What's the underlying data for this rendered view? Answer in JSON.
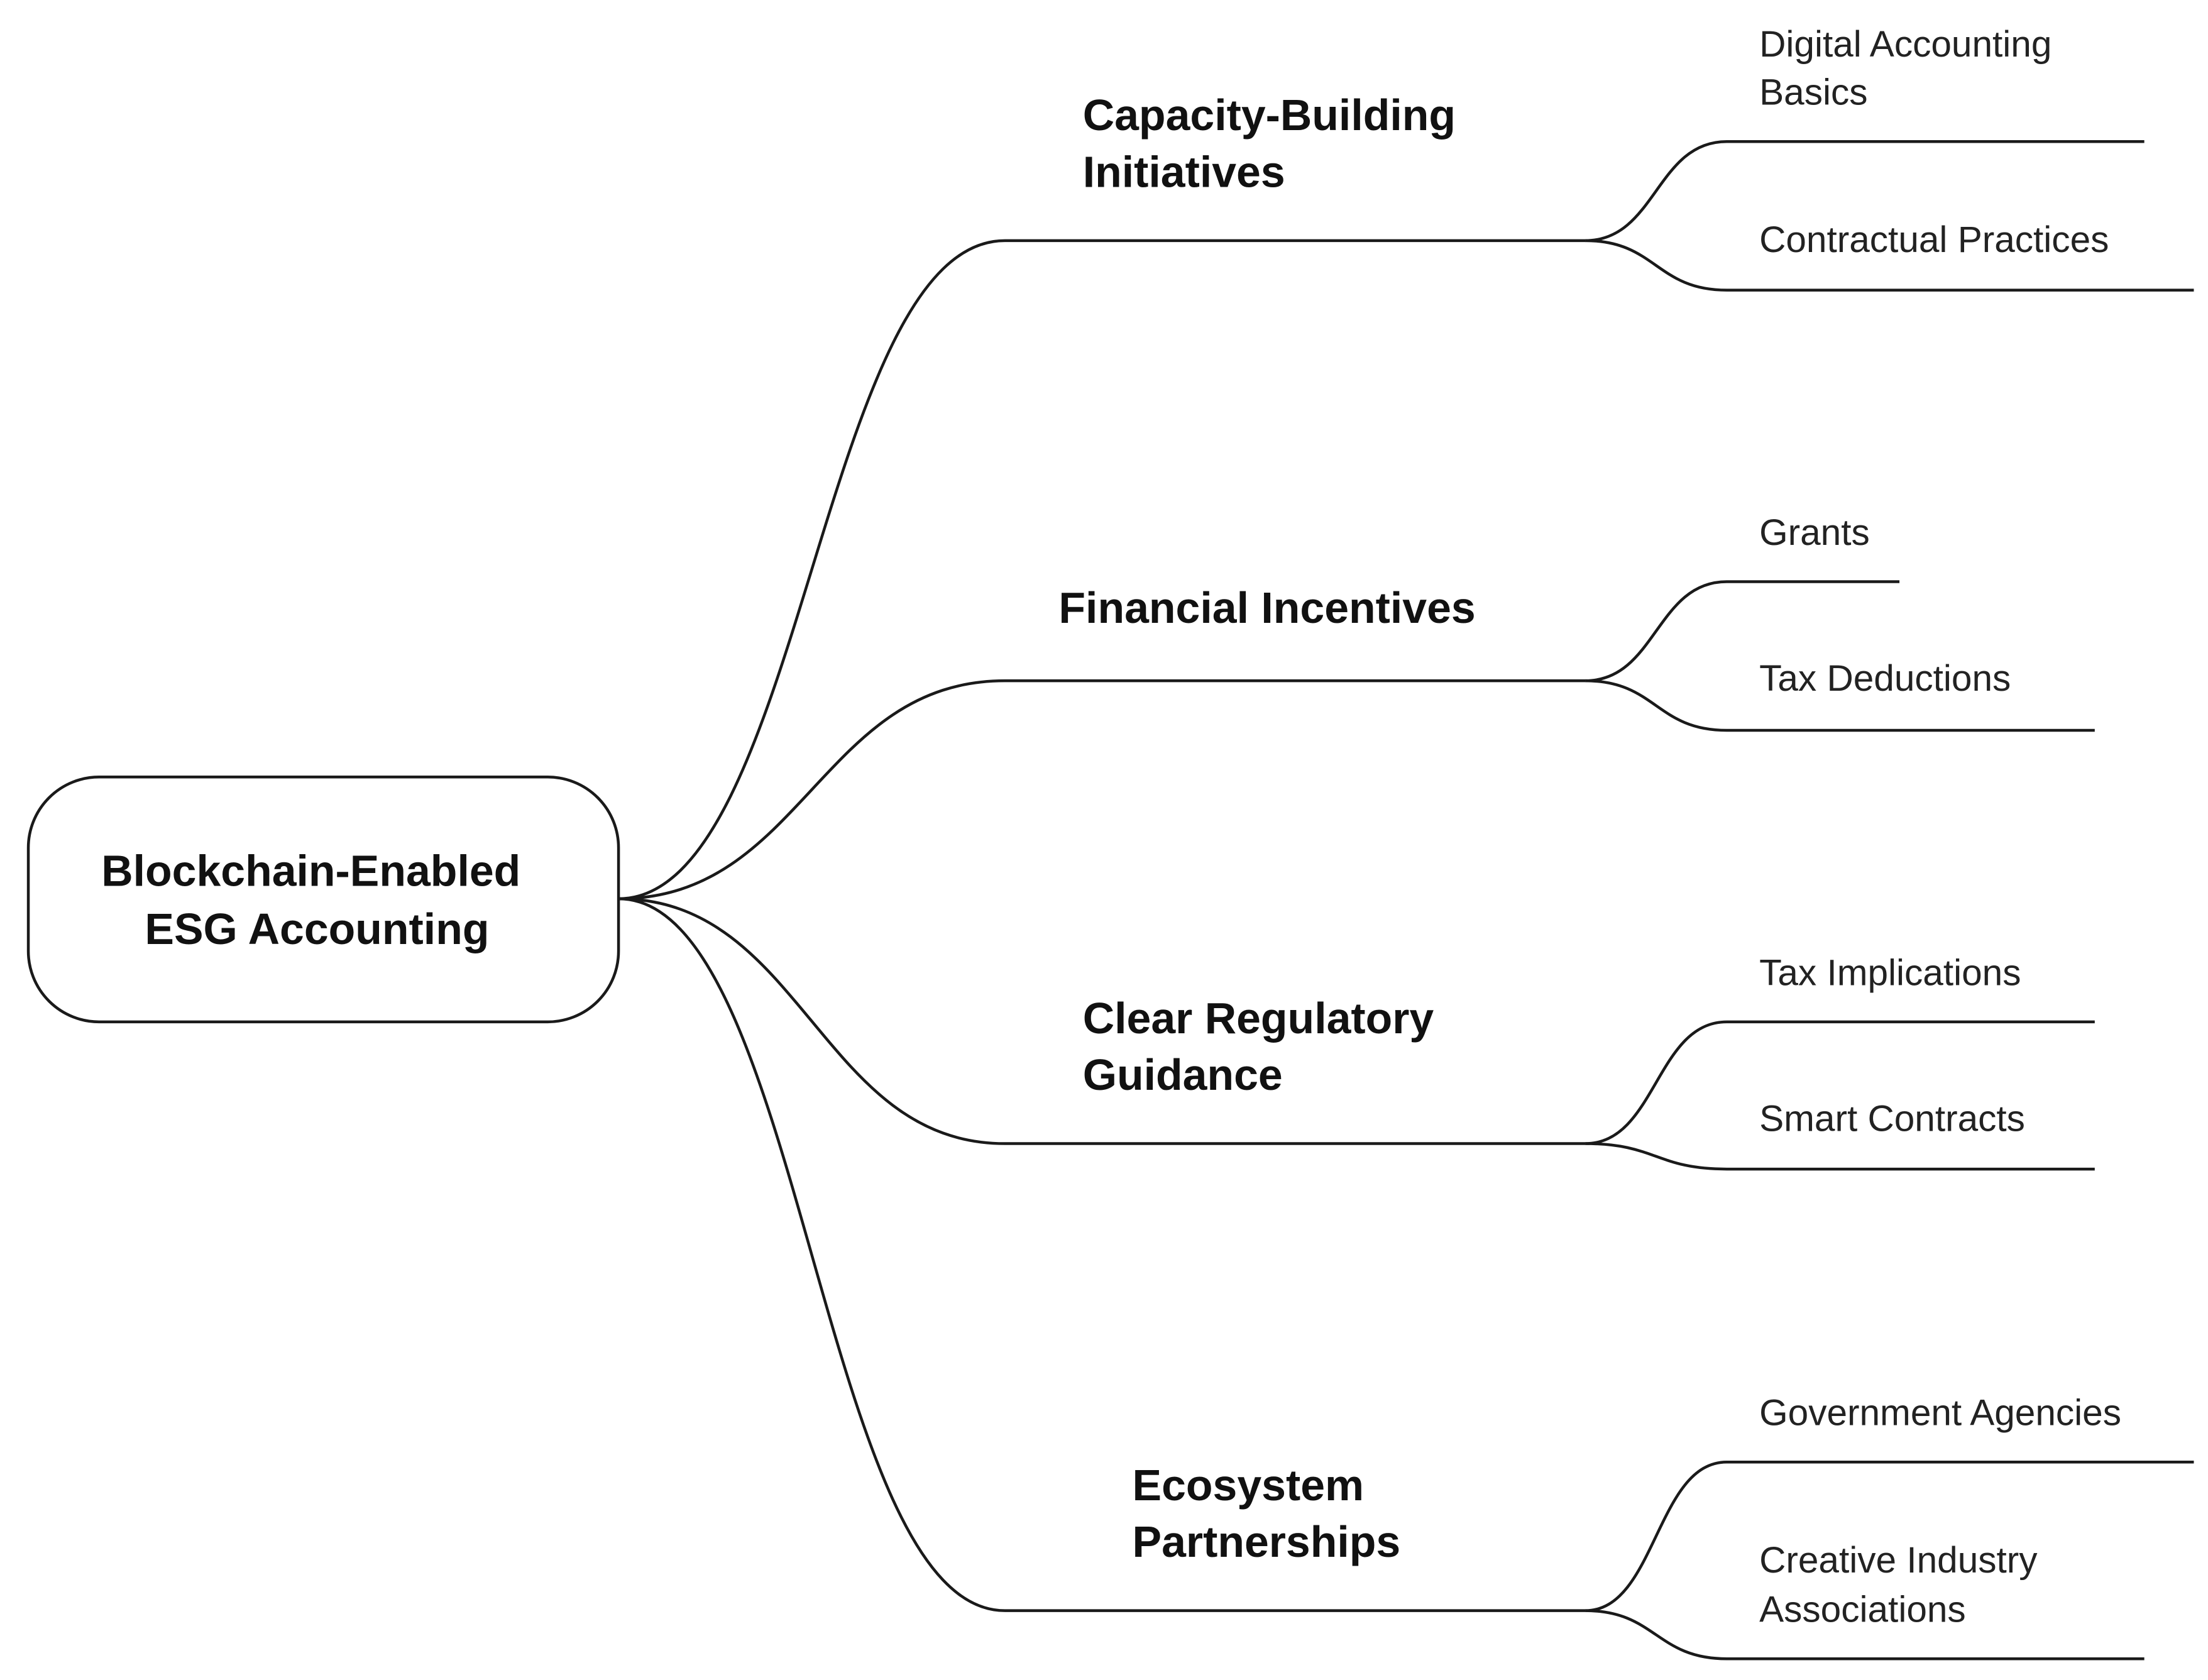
{
  "root": {
    "lines": [
      "Blockchain-Enabled",
      "ESG Accounting"
    ]
  },
  "branches": [
    {
      "lines": [
        "Capacity-Building",
        "Initiatives"
      ],
      "leaves": [
        {
          "lines": [
            "Digital Accounting",
            "Basics"
          ]
        },
        {
          "lines": [
            "Contractual Practices"
          ]
        }
      ]
    },
    {
      "lines": [
        "Financial Incentives"
      ],
      "leaves": [
        {
          "lines": [
            "Grants"
          ]
        },
        {
          "lines": [
            "Tax Deductions"
          ]
        }
      ]
    },
    {
      "lines": [
        "Clear Regulatory",
        "Guidance"
      ],
      "leaves": [
        {
          "lines": [
            "Tax Implications"
          ]
        },
        {
          "lines": [
            "Smart Contracts"
          ]
        }
      ]
    },
    {
      "lines": [
        "Ecosystem",
        "Partnerships"
      ],
      "leaves": [
        {
          "lines": [
            "Government Agencies"
          ]
        },
        {
          "lines": [
            "Creative Industry",
            "Associations"
          ]
        }
      ]
    }
  ],
  "colors": {
    "stroke": "#1a1a1a",
    "background": "#ffffff"
  }
}
